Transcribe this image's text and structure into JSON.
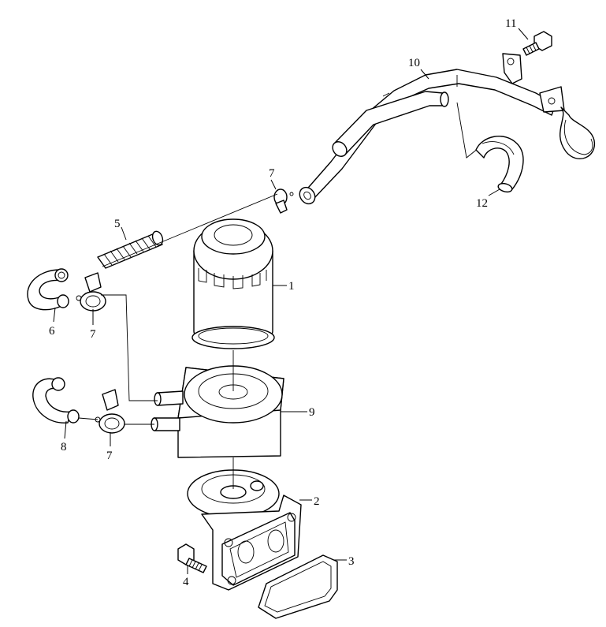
{
  "diagram": {
    "callouts": {
      "c1": "1",
      "c2": "2",
      "c3": "3",
      "c4": "4",
      "c5": "5",
      "c6": "6",
      "c7a": "7",
      "c7b": "7",
      "c7c": "7",
      "c8": "8",
      "c9": "9",
      "c10": "10",
      "c11": "11",
      "c12": "12"
    }
  }
}
